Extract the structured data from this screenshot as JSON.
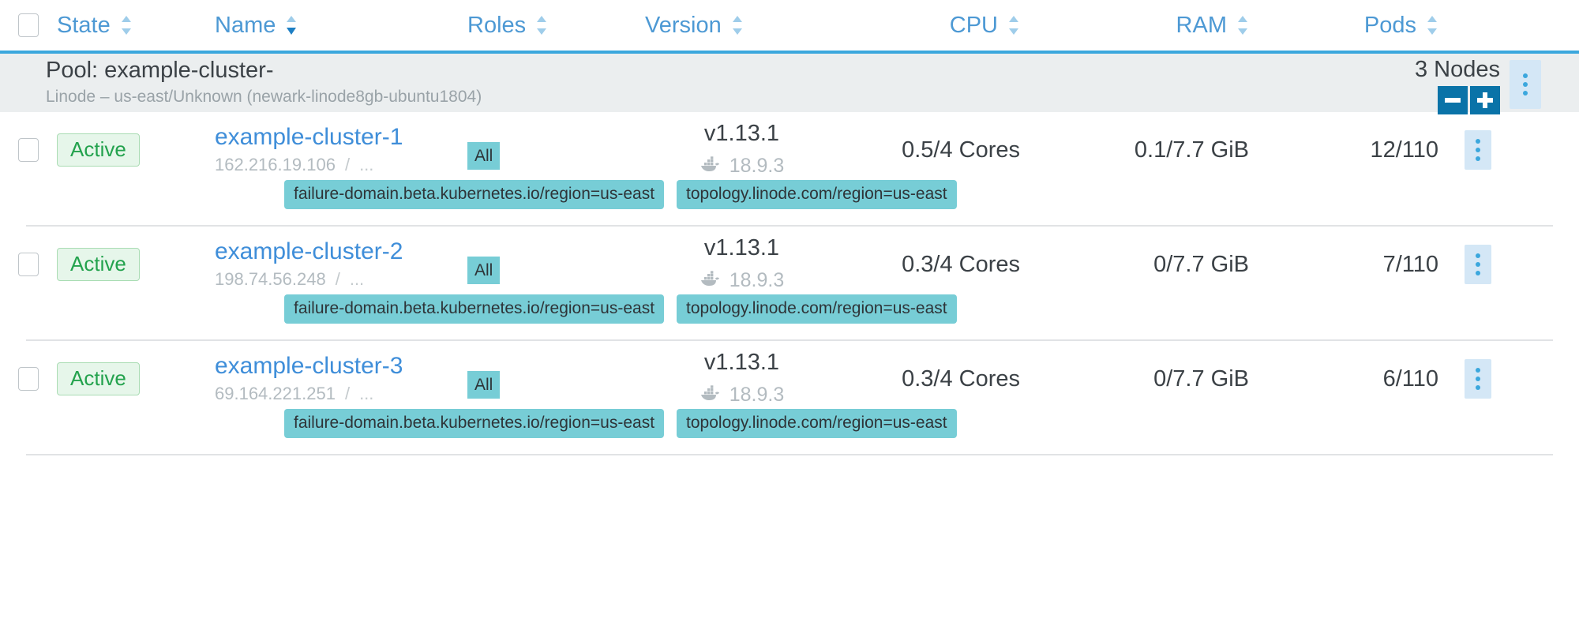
{
  "table": {
    "columns": [
      {
        "key": "checkbox",
        "label": "",
        "icon": "checkbox-icon",
        "sortable": false
      },
      {
        "key": "state",
        "label": "State",
        "sortable": true,
        "sorted": false
      },
      {
        "key": "name",
        "label": "Name",
        "sortable": true,
        "sorted": true,
        "direction": "desc"
      },
      {
        "key": "roles",
        "label": "Roles",
        "sortable": true,
        "sorted": false
      },
      {
        "key": "version",
        "label": "Version",
        "sortable": true,
        "sorted": false
      },
      {
        "key": "cpu",
        "label": "CPU",
        "sortable": true,
        "sorted": false
      },
      {
        "key": "ram",
        "label": "RAM",
        "sortable": true,
        "sorted": false
      },
      {
        "key": "pods",
        "label": "Pods",
        "sortable": true,
        "sorted": false
      }
    ],
    "header_accent_color": "#3ba7dd",
    "header_text_color": "#4d99d4"
  },
  "pool": {
    "title": "Pool: example-cluster-",
    "subtitle": "Linode – us-east/Unknown (newark-linode8gb-ubuntu1804)",
    "node_count_label": "3 Nodes",
    "decrement_label": "−",
    "increment_label": "+",
    "kebab_label": "⋮",
    "background": "#ebeeef",
    "button_color": "#0a73a8"
  },
  "nodes": [
    {
      "state": "Active",
      "name": "example-cluster-1",
      "ip": "162.216.19.106",
      "ip_separator": "/",
      "ip_more": "...",
      "role": "All",
      "version": "v1.13.1",
      "runtime_icon": "docker-icon",
      "runtime_version": "18.9.3",
      "cpu": "0.5/4 Cores",
      "ram": "0.1/7.7 GiB",
      "pods": "12/110",
      "labels": [
        "failure-domain.beta.kubernetes.io/region=us-east",
        "topology.linode.com/region=us-east"
      ]
    },
    {
      "state": "Active",
      "name": "example-cluster-2",
      "ip": "198.74.56.248",
      "ip_separator": "/",
      "ip_more": "...",
      "role": "All",
      "version": "v1.13.1",
      "runtime_icon": "docker-icon",
      "runtime_version": "18.9.3",
      "cpu": "0.3/4 Cores",
      "ram": "0/7.7 GiB",
      "pods": "7/110",
      "labels": [
        "failure-domain.beta.kubernetes.io/region=us-east",
        "topology.linode.com/region=us-east"
      ]
    },
    {
      "state": "Active",
      "name": "example-cluster-3",
      "ip": "69.164.221.251",
      "ip_separator": "/",
      "ip_more": "...",
      "role": "All",
      "version": "v1.13.1",
      "runtime_icon": "docker-icon",
      "runtime_version": "18.9.3",
      "cpu": "0.3/4 Cores",
      "ram": "0/7.7 GiB",
      "pods": "6/110",
      "labels": [
        "failure-domain.beta.kubernetes.io/region=us-east",
        "topology.linode.com/region=us-east"
      ]
    }
  ],
  "colors": {
    "state_badge_text": "#23a24d",
    "state_badge_bg": "#e6f6ea",
    "link": "#3f8ed9",
    "chip_bg": "#77cdd6",
    "kebab_bg": "#d4e7f6"
  }
}
